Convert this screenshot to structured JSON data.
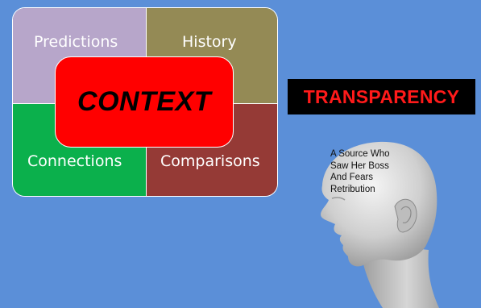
{
  "quadrants": {
    "top_left": {
      "label": "Predictions",
      "color": "#b7a6ca"
    },
    "top_right": {
      "label": "History",
      "color": "#948a55"
    },
    "bottom_left": {
      "label": "Connections",
      "color": "#0bb04c"
    },
    "bottom_right": {
      "label": "Comparisons",
      "color": "#953a36"
    }
  },
  "center": {
    "label": "CONTEXT",
    "color": "#ff0000"
  },
  "badge": {
    "label": "TRANSPARENCY",
    "text_color": "#ff1a1a",
    "background": "#000000"
  },
  "source": {
    "lines": [
      "A Source Who",
      "Saw Her Boss",
      "And Fears",
      "Retribution"
    ],
    "icon": "head-profile-icon"
  },
  "background": "#5b8fd8"
}
